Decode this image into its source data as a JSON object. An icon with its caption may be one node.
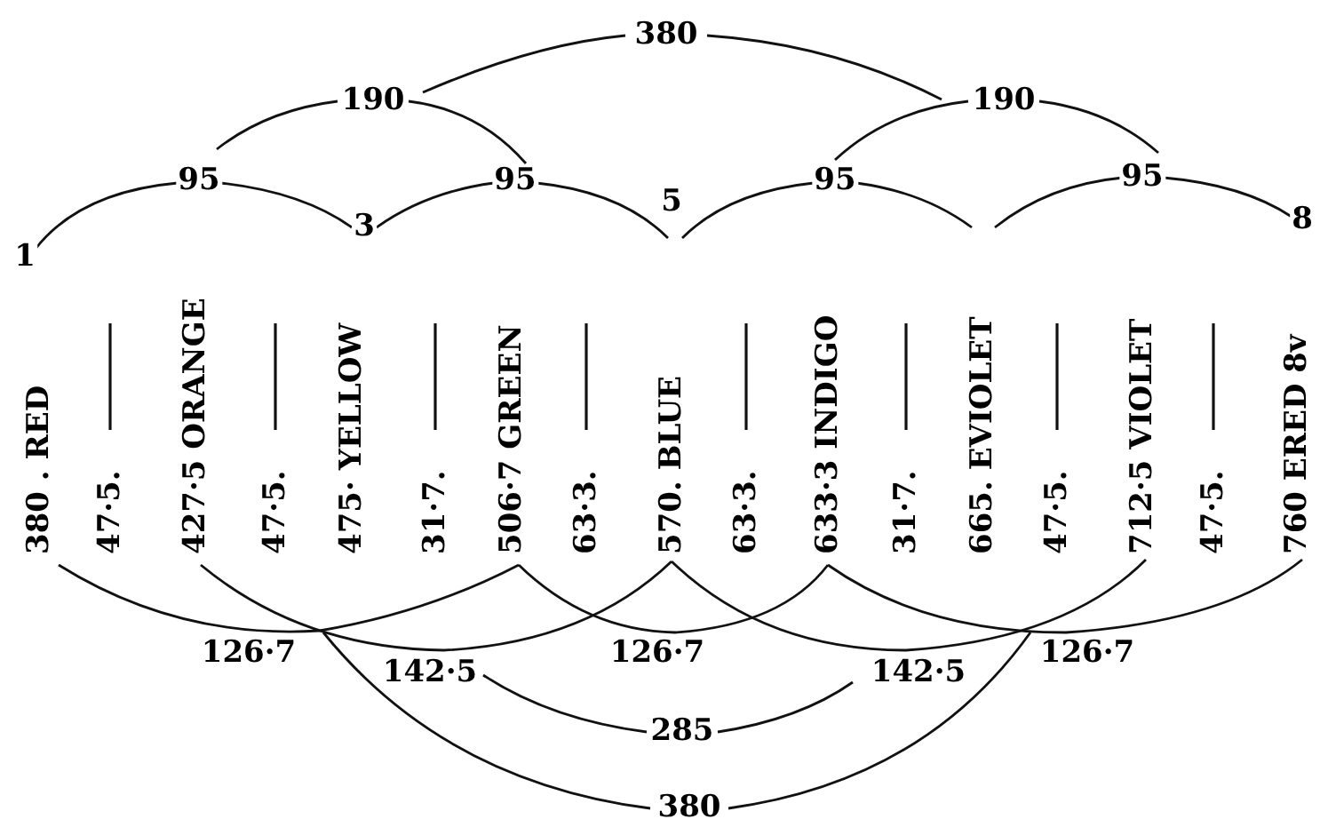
{
  "diagram": {
    "labels": [
      "380",
      "190",
      "190",
      "95",
      "95",
      "95",
      "95",
      "1",
      "3",
      "5",
      "8",
      "380 . RED",
      "47·5.",
      "427·5 ORANGE",
      "47·5.",
      "475· YELLOW",
      "31·7.",
      "506·7 GREEN",
      "63·3.",
      "570. BLUE",
      "63·3.",
      "633·3 INDIGO",
      "31·7.",
      "665. EVIOLET",
      "47·5.",
      "712·5 VIOLET",
      "47·5.",
      "760 ERED 8v",
      "126·7",
      "142·5",
      "126·7",
      "142·5",
      "126·7",
      "285",
      "380"
    ]
  }
}
